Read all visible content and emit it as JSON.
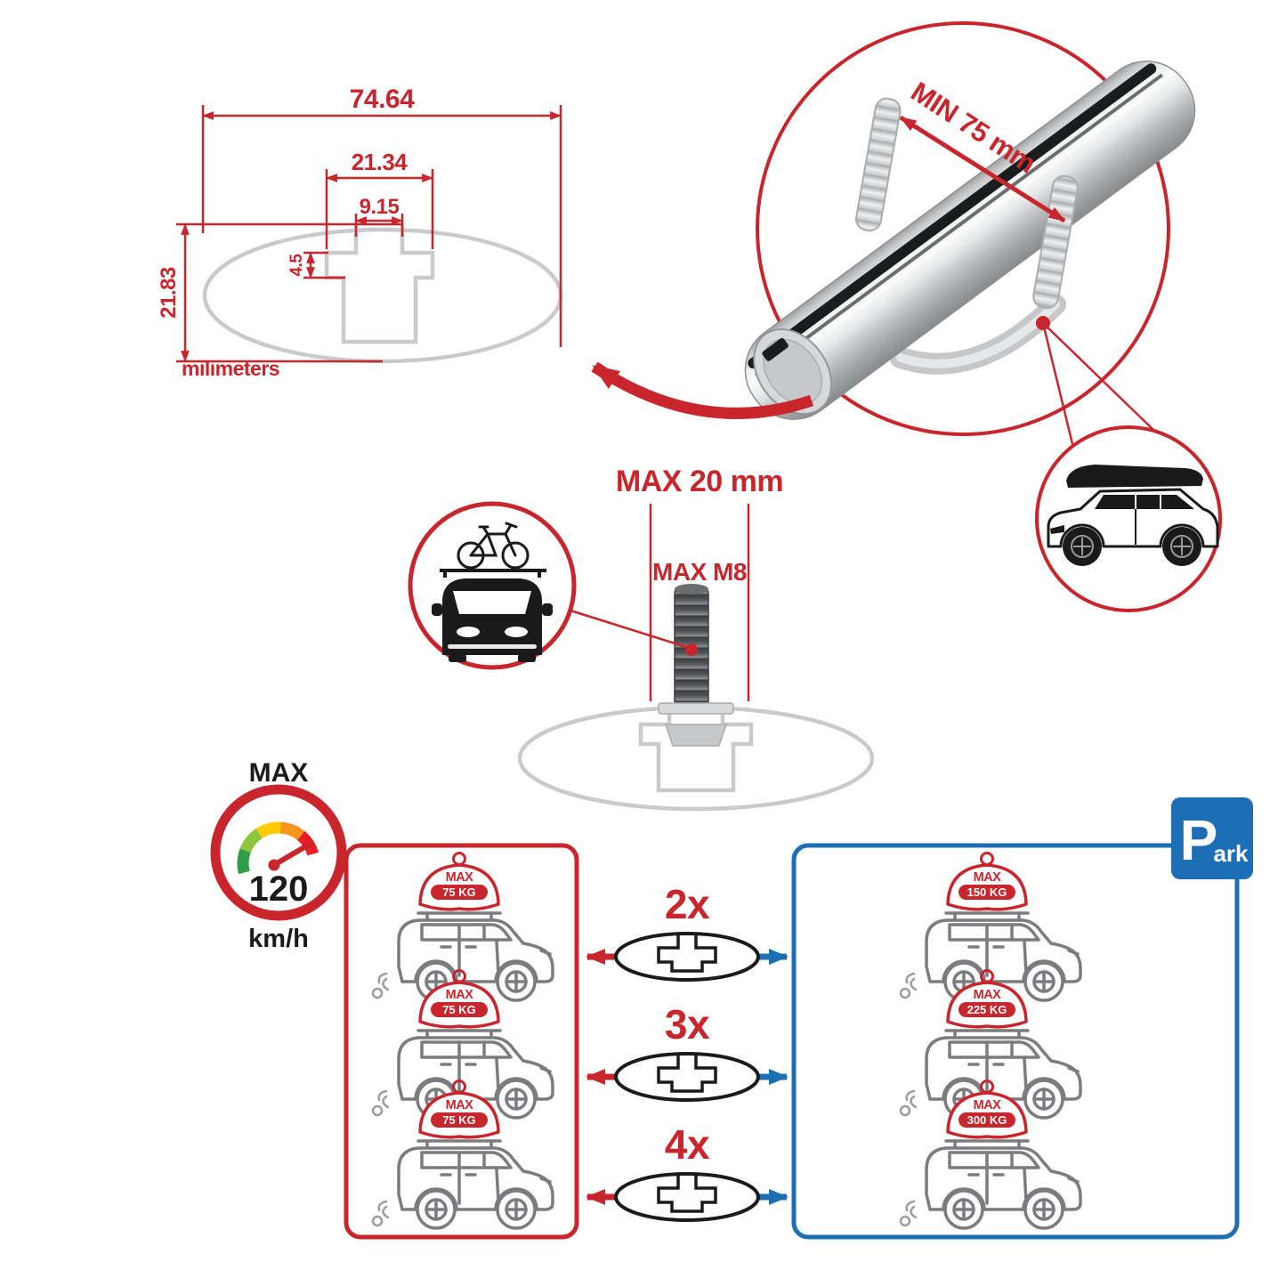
{
  "colors": {
    "red": "#c8252c",
    "blue": "#1d6fb5",
    "gray_line": "#c9cacb",
    "dark": "#1a1a1a"
  },
  "dimension_diagram": {
    "total_width": "74.64",
    "slot_outer_width": "21.34",
    "slot_opening_width": "9.15",
    "lip_depth": "4.5",
    "total_height": "21.83",
    "units": "milimeters"
  },
  "bar_detail": {
    "min_span": "MIN 75 mm"
  },
  "bolt_detail": {
    "max_length": "MAX 20 mm",
    "max_thread": "MAX M8"
  },
  "speed": {
    "label": "MAX",
    "value": "120",
    "unit": "km/h"
  },
  "left_panel": {
    "loads": [
      {
        "max": "MAX",
        "weight": "75 KG"
      },
      {
        "max": "MAX",
        "weight": "75 KG"
      },
      {
        "max": "MAX",
        "weight": "75 KG"
      }
    ]
  },
  "multipliers": [
    {
      "qty": "2x"
    },
    {
      "qty": "3x"
    },
    {
      "qty": "4x"
    }
  ],
  "right_panel": {
    "loads": [
      {
        "max": "MAX",
        "weight": "150 KG"
      },
      {
        "max": "MAX",
        "weight": "225 KG"
      },
      {
        "max": "MAX",
        "weight": "300 KG"
      }
    ],
    "park_sign": {
      "p": "P",
      "ark": "ark"
    }
  }
}
